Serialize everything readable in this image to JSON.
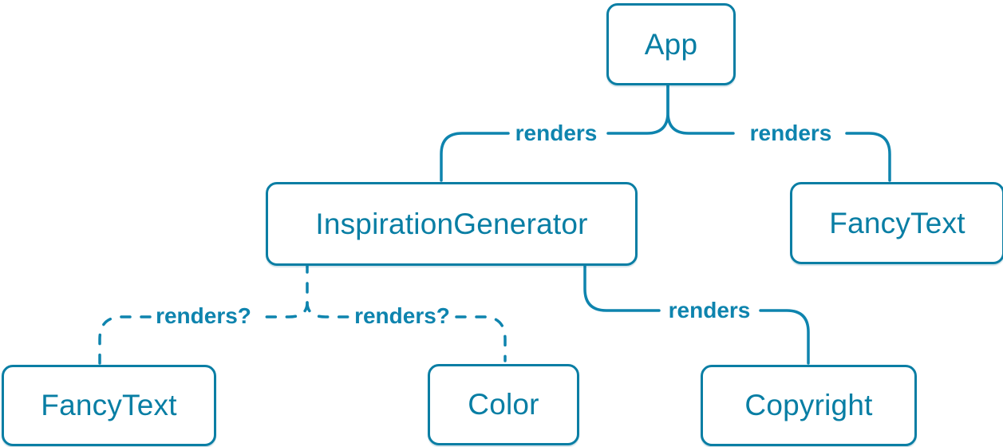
{
  "colors": {
    "box_border": "#0a7ea4",
    "box_text": "#087ea4",
    "connector": "#0e84ae",
    "edge_label": "#0e84ae",
    "background": "#ffffff"
  },
  "diagram": {
    "type": "component-render-tree",
    "nodes": [
      {
        "label": "App"
      },
      {
        "label": "InspirationGenerator"
      },
      {
        "label": "FancyText"
      },
      {
        "label": "FancyText"
      },
      {
        "label": "Color"
      },
      {
        "label": "Copyright"
      }
    ],
    "edges": [
      {
        "from": "App",
        "to": "InspirationGenerator",
        "label": "renders",
        "style": "solid"
      },
      {
        "from": "App",
        "to": "FancyText",
        "label": "renders",
        "style": "solid"
      },
      {
        "from": "InspirationGenerator",
        "to": "FancyText",
        "label": "renders?",
        "style": "dashed"
      },
      {
        "from": "InspirationGenerator",
        "to": "Color",
        "label": "renders?",
        "style": "dashed"
      },
      {
        "from": "InspirationGenerator",
        "to": "Copyright",
        "label": "renders",
        "style": "solid"
      }
    ]
  }
}
